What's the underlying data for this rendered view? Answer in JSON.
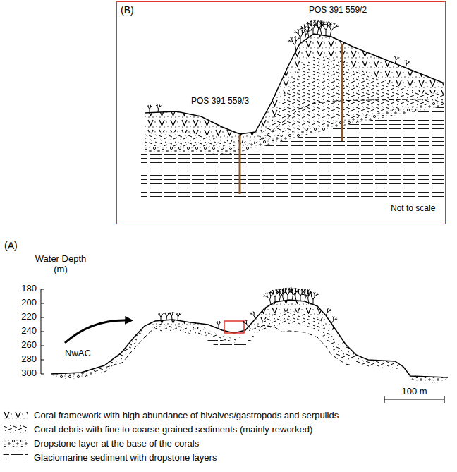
{
  "diagram": {
    "nodes": [
      {
        "text": [
          "(B)",
          "POS 391 559/2",
          "POS 391 559/3",
          "Not to scale"
        ]
      }
    ],
    "labels": [
      "(A)",
      "Water Depth (m)",
      "180",
      "200",
      "220",
      "240",
      "260",
      "280",
      "300",
      "NwAC",
      "100 m"
    ],
    "legend": [
      {
        "text": "Coral framework with high abundance of bivalves/gastropods and serpulids"
      },
      {
        "text": "Coral debris with fine to coarse grained sediments (mainly reworked)"
      },
      {
        "text": "Dropstone layer at the base of the corals"
      },
      {
        "text": "Glaciomarine sediment with dropstone layers"
      }
    ]
  }
}
